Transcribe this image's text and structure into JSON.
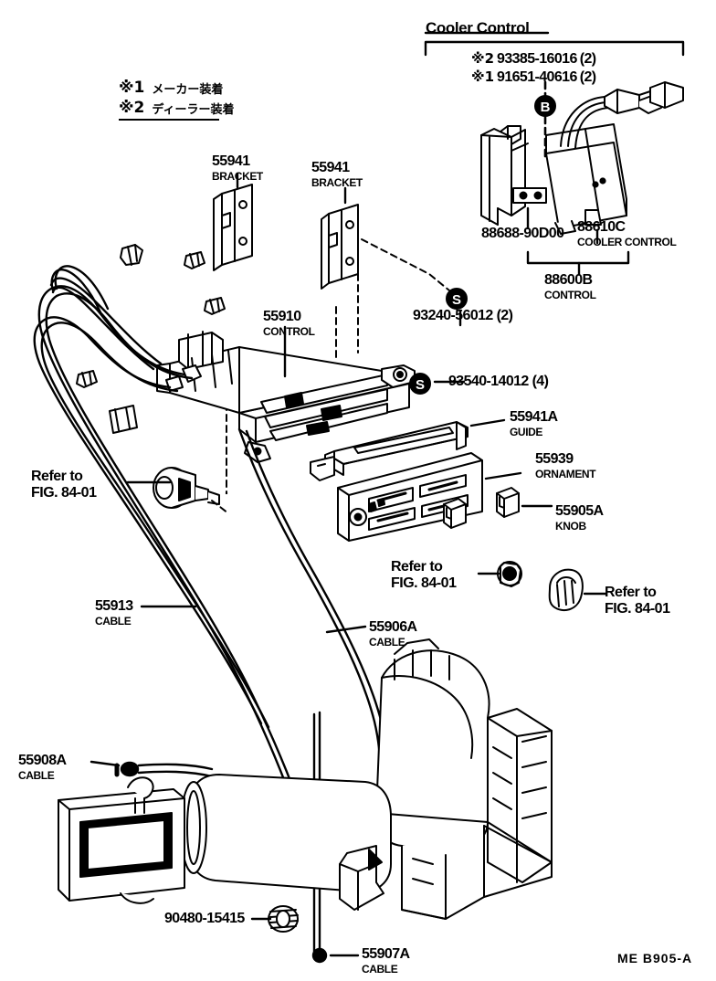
{
  "diagram": {
    "title": "Cooler Control",
    "footer_code": "ME  B905-A",
    "legend": [
      {
        "mark": "※1",
        "text": "メーカー装着"
      },
      {
        "mark": "※2",
        "text": "ディーラー装着"
      }
    ],
    "cooler_control_fasteners": [
      {
        "mark": "※2",
        "part": "93385-16016",
        "qty": "(2)"
      },
      {
        "mark": "※1",
        "part": "91651-40616",
        "qty": "(2)"
      }
    ],
    "callout_b": "B",
    "callout_s1": "S",
    "callout_s2": "S",
    "parts": [
      {
        "id": "bracket-left",
        "number": "55941",
        "name": "BRACKET"
      },
      {
        "id": "bracket-right",
        "number": "55941",
        "name": "BRACKET"
      },
      {
        "id": "control",
        "number": "55910",
        "name": "CONTROL"
      },
      {
        "id": "guide",
        "number": "55941A",
        "name": "GUIDE"
      },
      {
        "id": "ornament",
        "number": "55939",
        "name": "ORNAMENT"
      },
      {
        "id": "knob",
        "number": "55905A",
        "name": "KNOB"
      },
      {
        "id": "cable-55913",
        "number": "55913",
        "name": "CABLE"
      },
      {
        "id": "cable-55906a",
        "number": "55906A",
        "name": "CABLE"
      },
      {
        "id": "cable-55908a",
        "number": "55908A",
        "name": "CABLE"
      },
      {
        "id": "cable-55907a",
        "number": "55907A",
        "name": "CABLE"
      },
      {
        "id": "cooler-control",
        "number": "88610C",
        "name": "COOLER CONTROL"
      },
      {
        "id": "control-88600b",
        "number": "88600B",
        "name": "CONTROL"
      }
    ],
    "fasteners": [
      {
        "id": "screw-93240",
        "number": "93240-56012",
        "qty": "(2)"
      },
      {
        "id": "screw-93540",
        "number": "93540-14012",
        "qty": "(4)"
      },
      {
        "id": "grommet-90480",
        "number": "90480-15415",
        "qty": ""
      }
    ],
    "bracket_part": "88688-90D00",
    "refer_labels": [
      {
        "id": "refer-blower",
        "line1": "Refer to",
        "line2": "FIG. 84-01"
      },
      {
        "id": "refer-center",
        "line1": "Refer to",
        "line2": "FIG. 84-01"
      },
      {
        "id": "refer-right",
        "line1": "Refer to",
        "line2": "FIG. 84-01"
      }
    ]
  }
}
